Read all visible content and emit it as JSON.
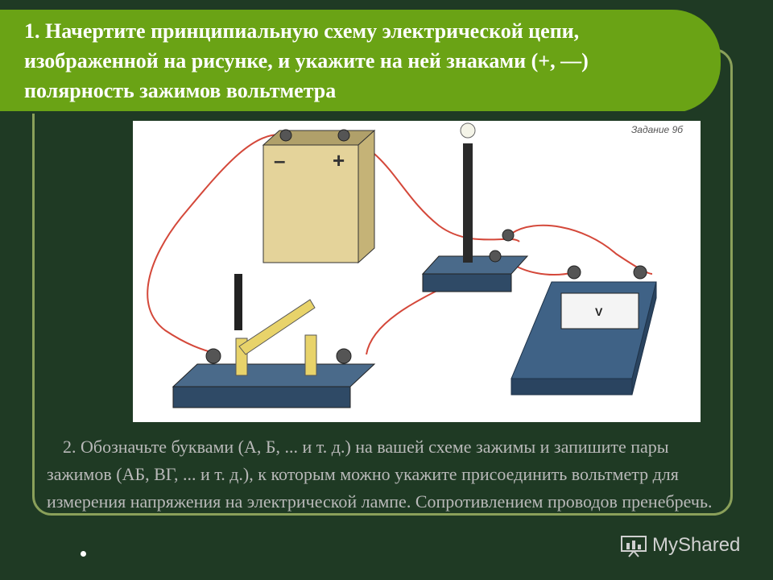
{
  "title": "1. Начертите принципиальную схему электрической цепи, изображенной на рисунке, и укажите на ней знаками (+, —) полярность зажимов вольтметра",
  "figure": {
    "task_label": "Задание 9б",
    "battery_minus": "–",
    "battery_plus": "+",
    "voltmeter_letter": "V"
  },
  "paragraph2": "2. Обозначьте буквами (А, Б, ... и т. д.) на вашей схеме зажимы и запишите пары зажимов (АБ, ВГ, ... и т. д.), к которым можно укажите присоединить вольтметр для измерения напряжения на электрической лампе. Сопротивлением проводов пренебречь.",
  "watermark": "MyShared",
  "colors": {
    "background": "#1f3a24",
    "title_band": "#6aa315",
    "frame": "#8aa05a",
    "wire": "#d4483a"
  }
}
